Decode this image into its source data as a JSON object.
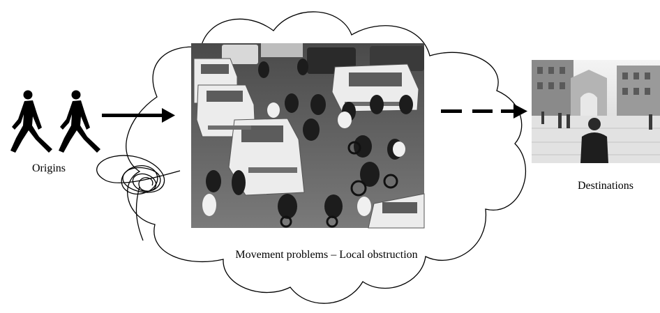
{
  "labels": {
    "origins": "Origins",
    "destinations": "Destinations",
    "caption": "Movement problems – Local obstruction"
  },
  "images": {
    "traffic": "grayscale-photo-congested-traffic",
    "destination": "grayscale-photo-city-square"
  },
  "icons": {
    "origins": "walking-person-icon"
  },
  "arrows": {
    "to_obstruction": "solid",
    "to_destinations": "dashed"
  },
  "colors": {
    "ink": "#000000",
    "background": "#ffffff"
  }
}
